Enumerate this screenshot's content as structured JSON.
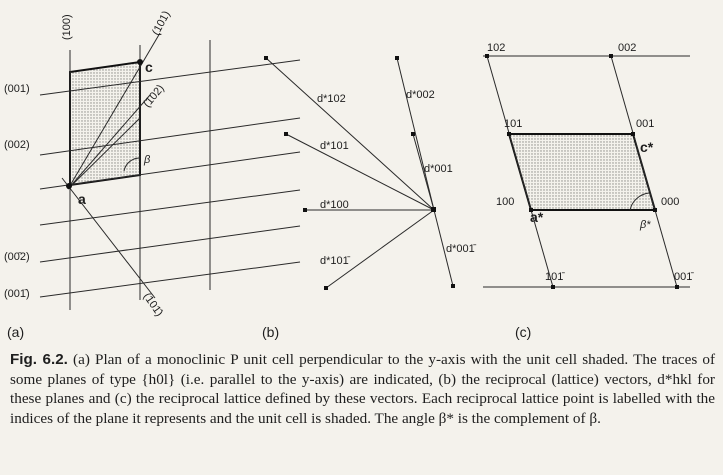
{
  "panel_a": {
    "plane_labels": {
      "p001": "(001)",
      "p002": "(002)",
      "p00m2": "(00̄2)",
      "p00m1": "(001̄)",
      "p100": "(100)",
      "p101": "(101)",
      "p102": "(102)",
      "p10m1": "(101̄)"
    },
    "point_a": "a",
    "point_c": "c",
    "angle": "β",
    "panel_label": "(a)"
  },
  "panel_b": {
    "vectors": [
      "d*102",
      "d*101",
      "d*100",
      "d*101̄",
      "d*002",
      "d*001",
      "d*001̄"
    ],
    "panel_label": "(b)"
  },
  "panel_c": {
    "points": {
      "n102": "102",
      "n002": "002",
      "n101": "101",
      "n001": "001",
      "n100": "100",
      "n000": "000",
      "n10m1": "101̄",
      "n00m1": "001̄"
    },
    "c_star": "c*",
    "a_star": "a*",
    "angle": "β*",
    "panel_label": "(c)"
  },
  "caption": {
    "number": "Fig. 6.2.",
    "text": "(a) Plan of a monoclinic P unit cell perpendicular to the y-axis with the unit cell shaded. The traces of some planes of type {h0l} (i.e. parallel to the y-axis) are indicated, (b) the reciprocal (lattice) vectors, d*hkl for these planes and (c) the reciprocal lattice defined by these vectors. Each reciprocal lattice point is labelled with the indices of the plane it represents and the unit cell is shaded. The angle β* is the complement of β."
  }
}
